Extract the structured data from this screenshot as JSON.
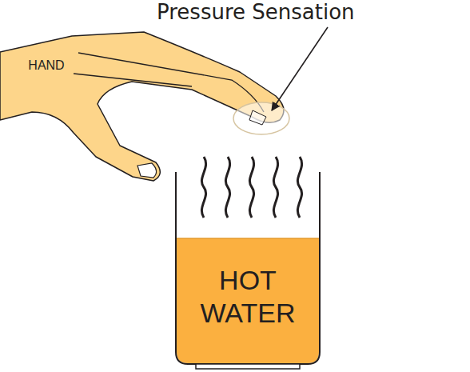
{
  "diagram": {
    "nodes": [
      {
        "text": [
          "HAND"
        ]
      },
      {
        "text": [
          "HOT WATER"
        ]
      }
    ],
    "labels": [
      "Pressure Sensation"
    ]
  }
}
